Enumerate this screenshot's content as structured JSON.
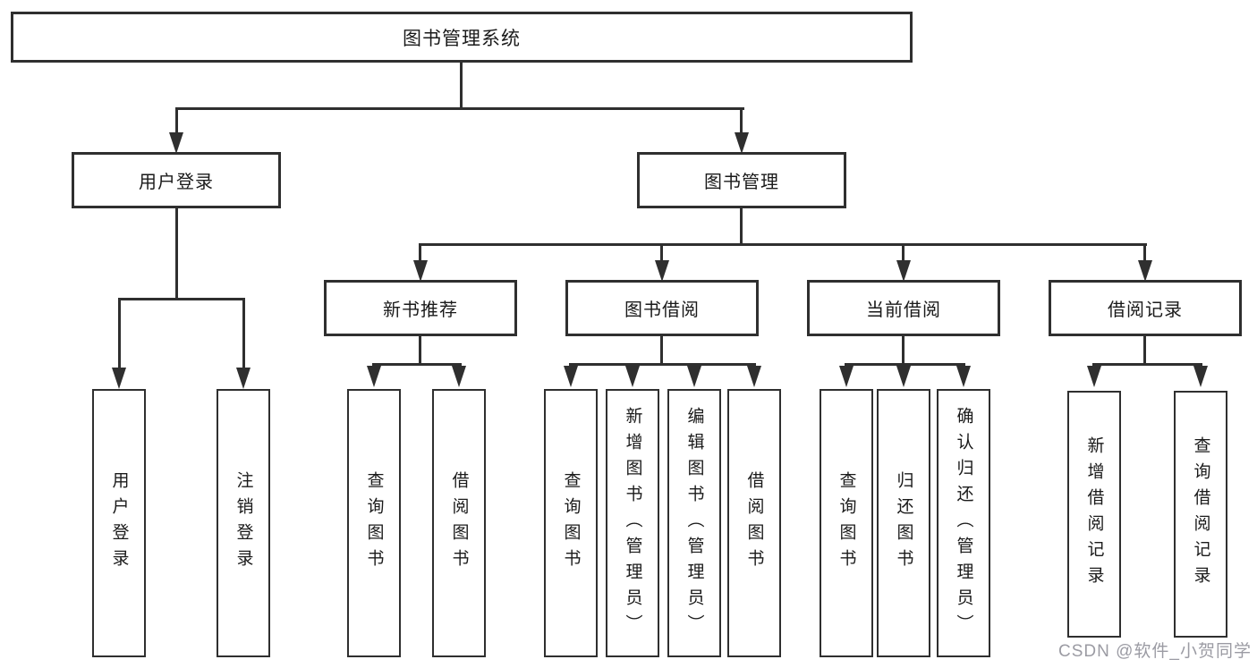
{
  "diagram": {
    "root": {
      "label": "图书管理系统"
    },
    "level2": [
      {
        "label": "用户登录"
      },
      {
        "label": "图书管理"
      }
    ],
    "level3": [
      {
        "label": "新书推荐"
      },
      {
        "label": "图书借阅"
      },
      {
        "label": "当前借阅"
      },
      {
        "label": "借阅记录"
      }
    ],
    "leaves": [
      {
        "label": "用户登录"
      },
      {
        "label": "注销登录"
      },
      {
        "label": "查询图书"
      },
      {
        "label": "借阅图书"
      },
      {
        "label": "查询图书"
      },
      {
        "label": "新增图书（管理员）"
      },
      {
        "label": "编辑图书（管理员）"
      },
      {
        "label": "借阅图书"
      },
      {
        "label": "查询图书"
      },
      {
        "label": "归还图书"
      },
      {
        "label": "确认归还（管理员）"
      },
      {
        "label": "新增借阅记录"
      },
      {
        "label": "查询借阅记录"
      }
    ]
  },
  "watermark": "CSDN @软件_小贺同学",
  "colors": {
    "line": "#2f2f2f",
    "text": "#1a1a1a",
    "watermark": "#9b9ba3",
    "background": "#ffffff"
  }
}
